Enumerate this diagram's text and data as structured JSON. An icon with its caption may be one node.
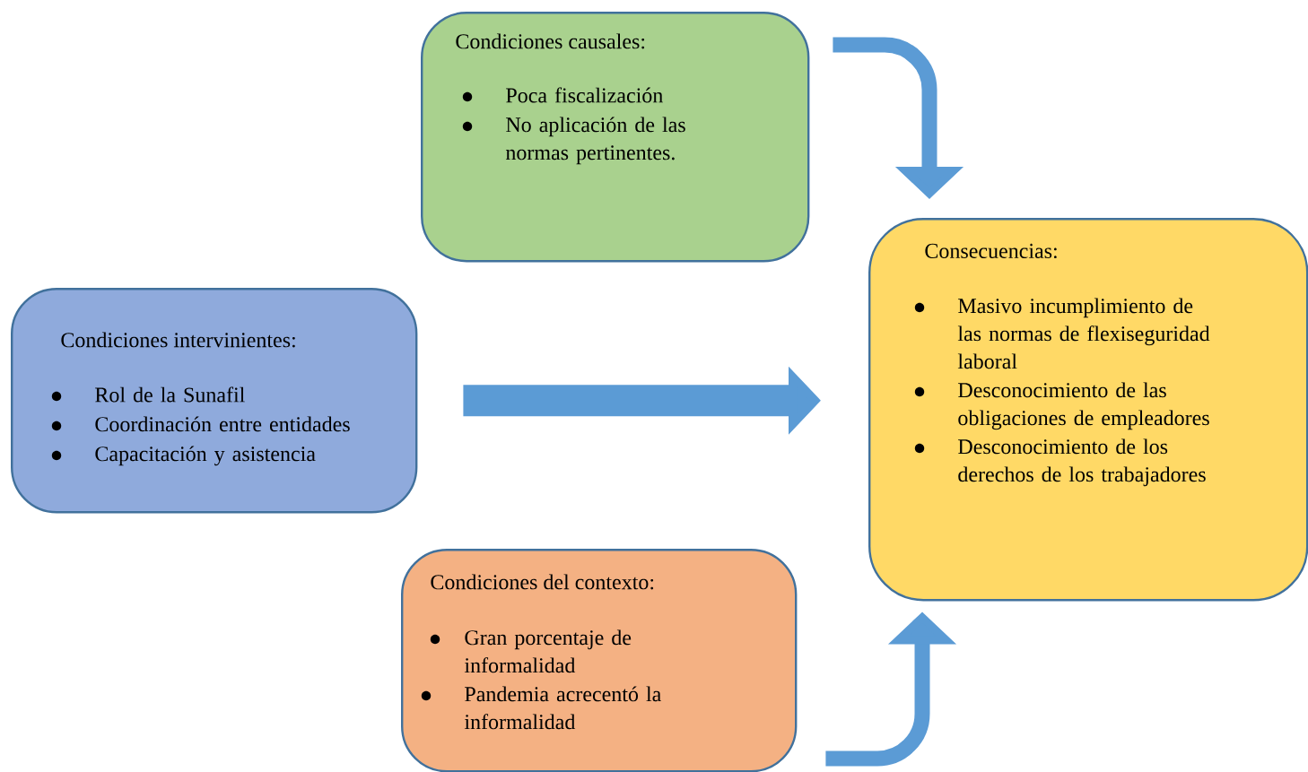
{
  "diagram": {
    "nodes": [
      {
        "text": [
          "Condiciones causales:",
          "Poca fiscalización",
          "No aplicación de las normas pertinentes."
        ]
      },
      {
        "text": [
          "Condiciones intervinientes:",
          "Rol de la Sunafil",
          "Coordinación entre entidades",
          "Capacitación y asistencia"
        ]
      },
      {
        "text": [
          "Condiciones del contexto:",
          "Gran porcentaje de informalidad",
          "Pandemia acrecentó la informalidad"
        ]
      },
      {
        "text": [
          "Consecuencias:",
          "Masivo incumplimiento de las normas de flexiseguridad laboral",
          "Desconocimiento de las obligaciones de empleadores",
          "Desconocimiento de los derechos de los trabajadores"
        ]
      }
    ],
    "edges": [
      {
        "from": 0,
        "to": 3,
        "arrow": "to"
      },
      {
        "from": 1,
        "to": 3,
        "arrow": "to",
        "style": "thick"
      },
      {
        "from": 2,
        "to": 3,
        "arrow": "to"
      }
    ]
  }
}
